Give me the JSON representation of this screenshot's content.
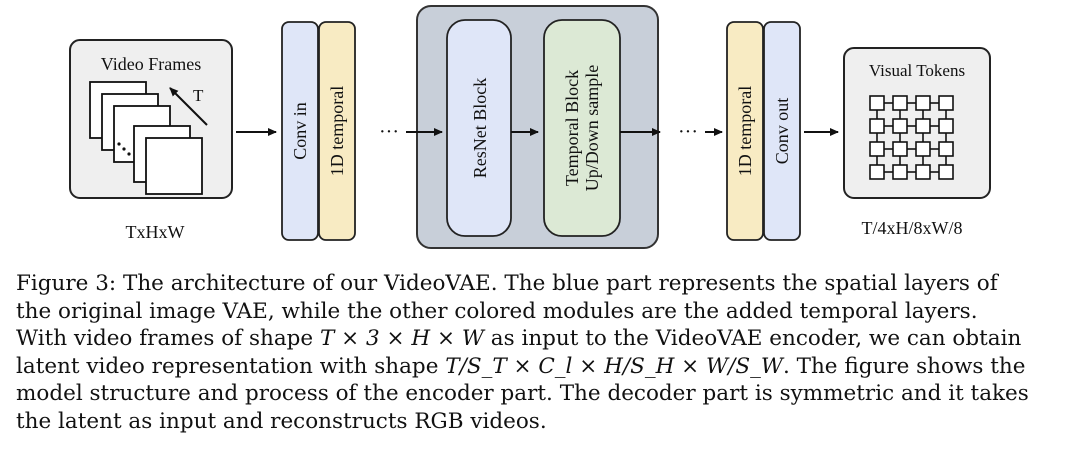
{
  "figure": {
    "input_box_title": "Video Frames",
    "time_axis_label": "T",
    "input_shape_label": "TxHxW",
    "conv_in_label": "Conv in",
    "temporal_1d_in_label": "1D temporal",
    "ellipsis_left": "···",
    "resnet_block_label": "ResNet Block",
    "temporal_block_label_line1": "Temporal Block",
    "temporal_block_label_line2": "Up/Down sample",
    "ellipsis_right": "···",
    "temporal_1d_out_label": "1D temporal",
    "conv_out_label": "Conv out",
    "output_box_title": "Visual Tokens",
    "output_shape_label": "T/4xH/8xW/8",
    "colors": {
      "spatial_blue": "#dfe6f8",
      "temporal_yellow": "#f8ebc3",
      "temporal_green": "#dce9d5",
      "group_gray": "#c8cfd9",
      "panel_gray": "#efefef"
    }
  },
  "caption": {
    "line1": "Figure 3: The architecture of our VideoVAE. The blue part represents the spatial layers of",
    "line2": "the original image VAE, while the other colored modules are the added temporal layers.",
    "line3_before": "With video frames of shape ",
    "line3_math": "T × 3 × H × W",
    "line3_after": " as input to the VideoVAE encoder, we can obtain",
    "line4_before": "latent video representation with shape ",
    "line4_math": "T/S_T × C_l × H/S_H × W/S_W",
    "line4_after": ". The figure shows the",
    "line5": "model structure and process of the encoder part. The decoder part is symmetric and it takes",
    "line6": "the latent as input and reconstructs RGB videos."
  }
}
